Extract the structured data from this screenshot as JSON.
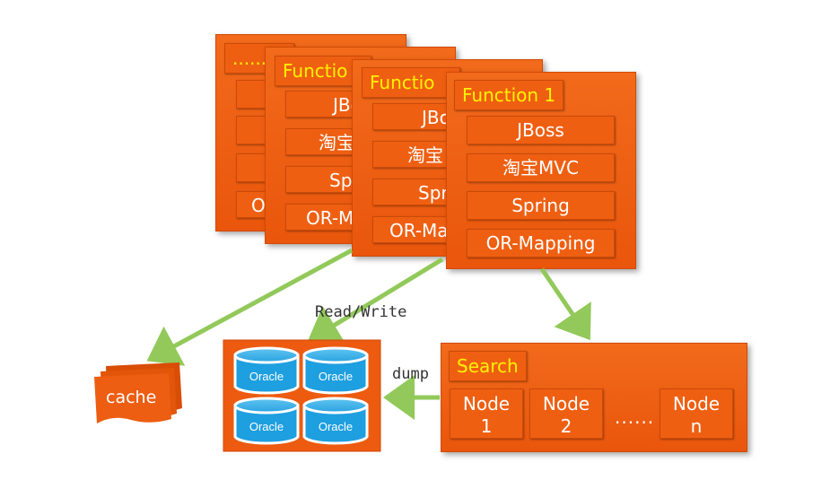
{
  "colors": {
    "card_orange": "#ed5d12",
    "title_yellow": "#fff200",
    "arrow_green": "#92c95a",
    "db_blue": "#1e9fe0"
  },
  "stack": {
    "back_card_label": "......",
    "function_title": "Function 1",
    "function_title_partial": "Functio",
    "rows": [
      "JBoss",
      "淘宝MVC",
      "Spring",
      "OR-Mapping"
    ],
    "partial_rows": {
      "card1": [
        "",
        "",
        "",
        "OR"
      ],
      "card2": [
        "JBo",
        "淘宝",
        "Spr",
        "OR-M"
      ],
      "card3": [
        "JBo",
        "淘宝",
        "Spr",
        "OR-Ma"
      ]
    }
  },
  "cache": {
    "label": "cache"
  },
  "database": {
    "icon": "database-cylinder-icon",
    "cylinders": [
      "Oracle",
      "Oracle",
      "Oracle",
      "Oracle"
    ]
  },
  "edges": {
    "read_write": "Read/Write",
    "dump": "dump"
  },
  "search": {
    "title": "Search",
    "nodes": [
      {
        "line1": "Node",
        "line2": "1"
      },
      {
        "line1": "Node",
        "line2": "2"
      },
      {
        "line1": "Node",
        "line2": "n"
      }
    ],
    "ellipsis": "......"
  }
}
